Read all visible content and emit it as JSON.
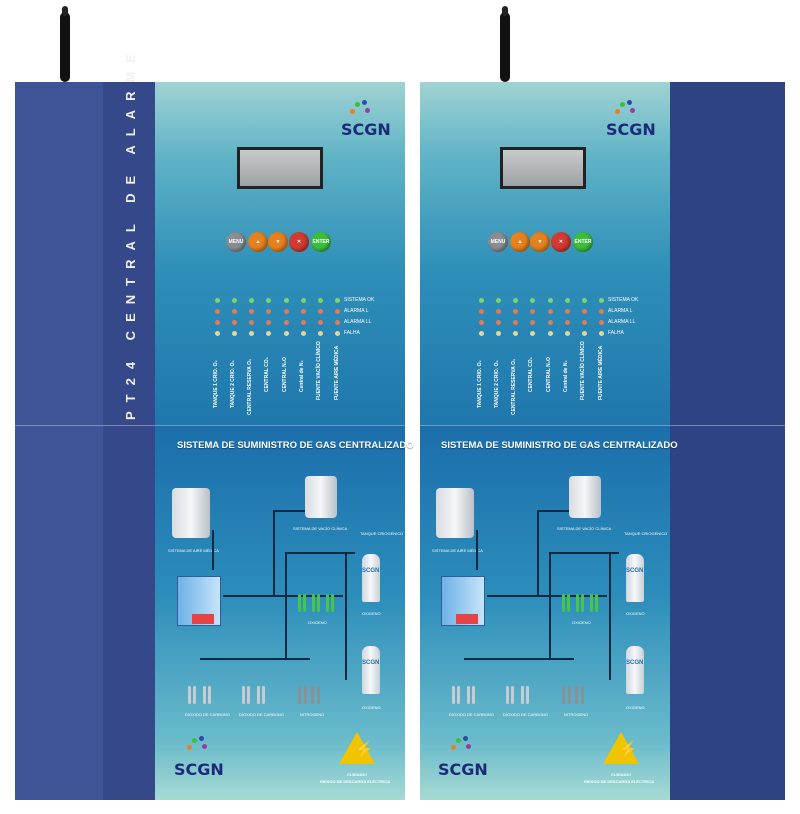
{
  "cabinet_left": {
    "vertical_title": "PT24 CENTRAL DE ALARME",
    "logo_text": "SCGN",
    "buttons": [
      "MENU",
      "▲",
      "▼",
      "✕",
      "ENTER"
    ],
    "legend": [
      "SISTEMA OK",
      "ALARMA L",
      "ALARMA LL",
      "FALHA"
    ],
    "columns": [
      "TANQUE 1 CRIO. O₂",
      "TANQUE 2 CRIO. O₂",
      "CENTRAL RESERVA O₂",
      "CENTRAL CO₂",
      "CENTRAL N₂O",
      "Central de N₂",
      "FUENTE VACÍO CLÍNICO",
      "FUENTE AIRE MÉDICA"
    ],
    "diagram_title": "SISTEMA DE SUMINISTRO DE GAS CENTRALIZADO",
    "labels": {
      "aire": "SISTEMA DE AIRE MÉDICA",
      "vacio": "SISTEMA DE VACÍO CLÍNICA",
      "tanque": "TANQUE CRIOGÉNICO",
      "oxigeno": "OXIGENO",
      "co2_a": "DIOXIDO DE CARBONO",
      "co2_b": "DIOXIDO DE CARBONO",
      "nitro": "NITROGENO"
    },
    "warning_line1": "CUIDADO!",
    "warning_line2": "RIESGO DE DESCARGA ELÉCTRICA"
  },
  "cabinet_right": {
    "logo_text": "SCGN",
    "buttons": [
      "MENU",
      "▲",
      "▼",
      "✕",
      "ENTER"
    ],
    "legend": [
      "SISTEMA OK",
      "ALARMA L",
      "ALARMA LL",
      "FALHA"
    ],
    "columns": [
      "TANQUE 1 CRIO. O₂",
      "TANQUE 2 CRIO. O₂",
      "CENTRAL RESERVA O₂",
      "CENTRAL CO₂",
      "CENTRAL N₂O",
      "Central de N₂",
      "FUENTE VACÍO CLÍNICO",
      "FUENTE AIRE MÉDICA"
    ],
    "diagram_title": "SISTEMA DE SUMINISTRO DE GAS CENTRALIZADO",
    "labels": {
      "aire": "SISTEMA DE AIRE MÉDICA",
      "vacio": "SISTEMA DE VACÍO CLÍNICA",
      "tanque": "TANQUE CRIOGÉNICO",
      "oxigeno": "OXIGENO",
      "co2_a": "DIOXIDO DE CARBONO",
      "co2_b": "DIOXIDO DE CARBONO",
      "nitro": "NITROGENO"
    },
    "warning_line1": "CUIDADO!",
    "warning_line2": "RIESGO DE DESCARGA ELÉCTRICA"
  },
  "colors": {
    "side_blue": "#3d5497",
    "button_menu": "#8a8d92",
    "button_up": "#e5821f",
    "button_down": "#e5821f",
    "button_cancel": "#d23a32",
    "button_enter": "#3bbf3b",
    "brand": "#1b2a7a"
  },
  "icons": [
    "antenna-icon",
    "warning-triangle-icon",
    "scgn-logo-icon"
  ]
}
